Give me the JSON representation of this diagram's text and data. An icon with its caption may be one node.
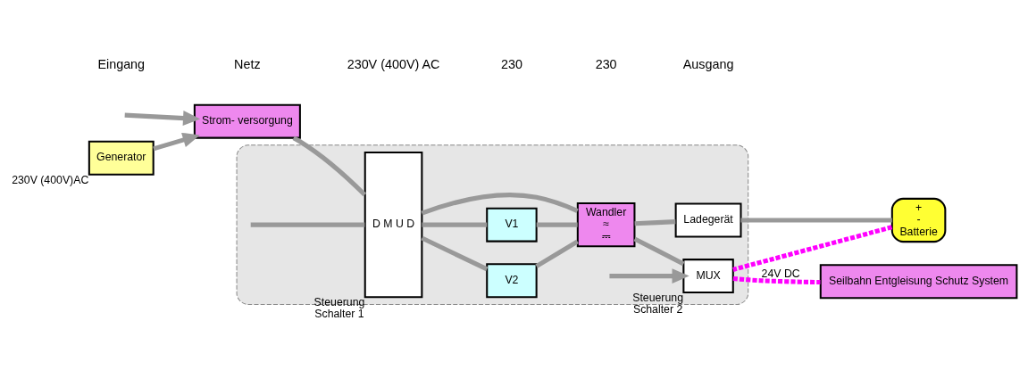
{
  "diagram": {
    "nodes": [
      {
        "text": [],
        "shape": "box"
      },
      {
        "text": [
          "Strom- versorgung"
        ]
      },
      {
        "text": [
          "Generator"
        ],
        "beside": [
          "230V (400V)AC"
        ]
      },
      {
        "text": [
          "D M U D"
        ],
        "in": 0,
        "beside": [
          "Steuerung",
          "Schalter 1"
        ]
      },
      {
        "text": [
          "V2"
        ],
        "in": 0
      },
      {
        "text": [
          "V1"
        ],
        "in": 0
      },
      {
        "text": [
          "Wandler",
          "≈",
          "⎓"
        ],
        "in": 0
      },
      {
        "text": [
          "Ladegerät"
        ],
        "in": 0
      },
      {
        "text": [
          "MUX"
        ],
        "in": 0,
        "beside": [
          "Steuerung",
          "Schalter 2"
        ]
      },
      {
        "text": [
          "+",
          "-",
          "Batterie"
        ]
      },
      {
        "text": [
          "Seilbahn Entgleisung Schutz System"
        ]
      }
    ],
    "edges": [
      {
        "from": null,
        "to": 1,
        "arrow": "to"
      },
      {
        "from": 2,
        "to": 1,
        "arrow": "to"
      },
      {
        "from": 1,
        "to": 3,
        "arrow": "none"
      },
      {
        "from": 3,
        "to": 4,
        "arrow": "none"
      },
      {
        "from": 3,
        "to": 6,
        "arrow": "none"
      },
      {
        "from": 3,
        "to": 5,
        "arrow": "none"
      },
      {
        "from": 4,
        "to": 6,
        "arrow": "none"
      },
      {
        "from": 5,
        "to": 6,
        "arrow": "none"
      },
      {
        "from": 6,
        "to": 8,
        "arrow": "none"
      },
      {
        "from": 6,
        "to": 7,
        "arrow": "none"
      },
      {
        "from": 7,
        "to": 9,
        "arrow": "none"
      },
      {
        "from": 9,
        "to": 8,
        "arrow": "none",
        "style": "dashed",
        "color": "#ff00ff"
      },
      {
        "from": 8,
        "to": 10,
        "arrow": "none",
        "label": "24V DC",
        "style": "dashed",
        "color": "#ff00ff"
      },
      {
        "from": null,
        "to": 3,
        "arrow": "none"
      },
      {
        "from": null,
        "to": 8,
        "arrow": "to"
      }
    ],
    "labels": [
      "Eingang",
      "Netz",
      "230V (400V) AC",
      "230",
      "230",
      "Ausgang"
    ]
  }
}
